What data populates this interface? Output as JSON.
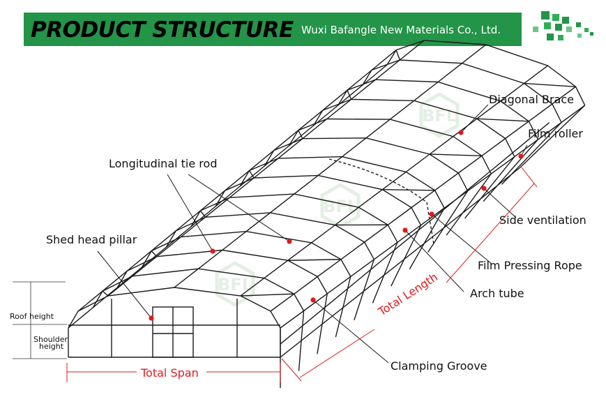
{
  "header": {
    "title": "PRODUCT STRUCTURE",
    "company": "Wuxi Bafangle New Materials Co., Ltd.",
    "colors": {
      "banner": "#239448",
      "title": "#000000",
      "company": "#ffffff"
    }
  },
  "labels": {
    "diagonal_brace": "Diagonal Brace",
    "film_roller": "Film roller",
    "longitudinal_tie_rod": "Longitudinal tie rod",
    "shed_head_pillar": "Shed head pillar",
    "side_ventilation": "Side ventilation",
    "film_pressing_rope": "Film Pressing Rope",
    "arch_tube": "Arch tube",
    "clamping_groove": "Clamping Groove",
    "roof_height": "Roof height",
    "shoulder_height_1": "Shoulder",
    "shoulder_height_2": "height",
    "total_span": "Total Span",
    "total_length": "Total Length"
  },
  "watermark": "BFL",
  "colors": {
    "structure": "#1a1a1a",
    "marker": "#e0191b",
    "dimension": "#e0191b",
    "watermark": "#cfe3cf"
  }
}
